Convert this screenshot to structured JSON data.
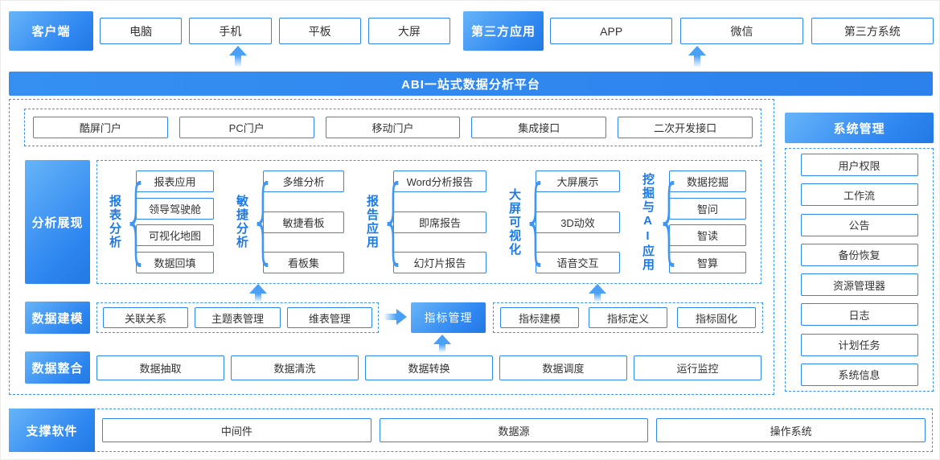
{
  "colors": {
    "accent": "#2E86F0",
    "accent_light": "#66B4F9",
    "group_label": "#1B7AE8",
    "box_text": "#333333"
  },
  "top": {
    "client": {
      "label": "客户端",
      "items": [
        "电脑",
        "手机",
        "平板",
        "大屏"
      ]
    },
    "third_party": {
      "label": "第三方应用",
      "items": [
        "APP",
        "微信",
        "第三方系统"
      ]
    }
  },
  "platform": {
    "title": "ABI一站式数据分析平台"
  },
  "portals": {
    "items": [
      "酷屏门户",
      "PC门户",
      "移动门户",
      "集成接口",
      "二次开发接口"
    ]
  },
  "analysis": {
    "label": "分析展现",
    "groups": [
      {
        "name": "报表分析",
        "items": [
          "报表应用",
          "领导驾驶舱",
          "可视化地图",
          "数据回填"
        ]
      },
      {
        "name": "敏捷分析",
        "items": [
          "多维分析",
          "敏捷看板",
          "看板集"
        ]
      },
      {
        "name": "报告应用",
        "items": [
          "Word分析报告",
          "即席报告",
          "幻灯片报告"
        ]
      },
      {
        "name": "大屏可视化",
        "items": [
          "大屏展示",
          "3D动效",
          "语音交互"
        ]
      },
      {
        "name": "挖掘与AI应用",
        "items": [
          "数据挖掘",
          "智问",
          "智读",
          "智算"
        ]
      }
    ]
  },
  "modeling": {
    "label": "数据建模",
    "left_items": [
      "关联关系",
      "主题表管理",
      "维表管理"
    ],
    "highlight": "指标管理",
    "right_items": [
      "指标建模",
      "指标定义",
      "指标固化"
    ]
  },
  "integration": {
    "label": "数据整合",
    "items": [
      "数据抽取",
      "数据清洗",
      "数据转换",
      "数据调度",
      "运行监控"
    ]
  },
  "system": {
    "label": "系统管理",
    "items": [
      "用户权限",
      "工作流",
      "公告",
      "备份恢复",
      "资源管理器",
      "日志",
      "计划任务",
      "系统信息"
    ]
  },
  "support": {
    "label": "支撑软件",
    "items": [
      "中间件",
      "数据源",
      "操作系统"
    ]
  }
}
